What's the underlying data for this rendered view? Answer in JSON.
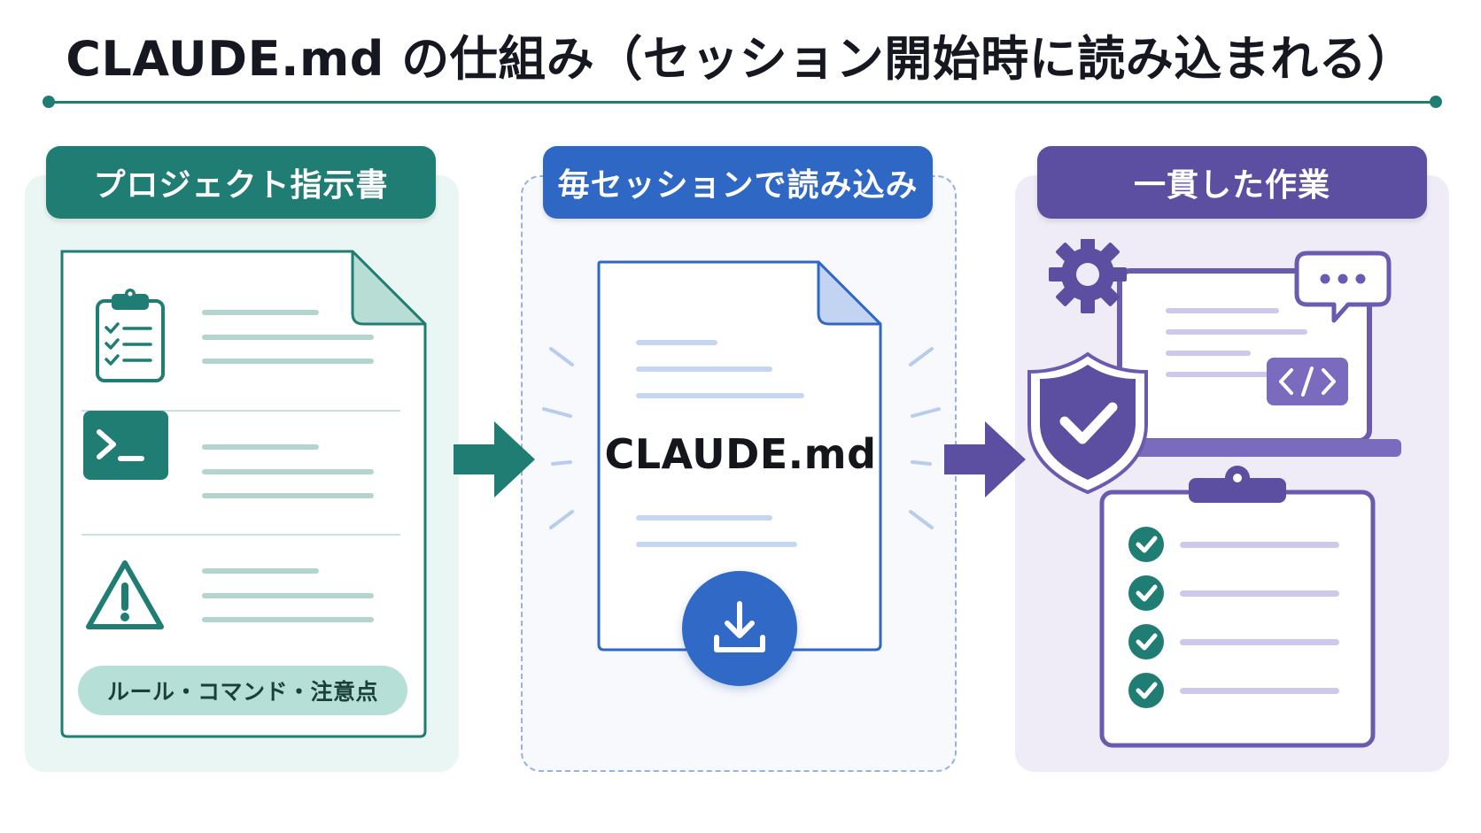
{
  "title": "CLAUDE.md の仕組み（セッション開始時に読み込まれる）",
  "panels": {
    "left": {
      "heading": "プロジェクト指示書",
      "pill_label": "ルール・コマンド・注意点",
      "color": "#1f7d73"
    },
    "middle": {
      "heading": "毎セッションで読み込み",
      "file_label": "CLAUDE.md",
      "color": "#2f67c4"
    },
    "right": {
      "heading": "一貫した作業",
      "color": "#5c4ea0"
    }
  },
  "icons": {
    "left": [
      "clipboard-checklist-icon",
      "terminal-icon",
      "warning-icon"
    ],
    "middle": [
      "download-icon"
    ],
    "right": [
      "gear-icon",
      "chat-bubble-icon",
      "code-icon",
      "shield-check-icon",
      "checklist-icon"
    ]
  }
}
